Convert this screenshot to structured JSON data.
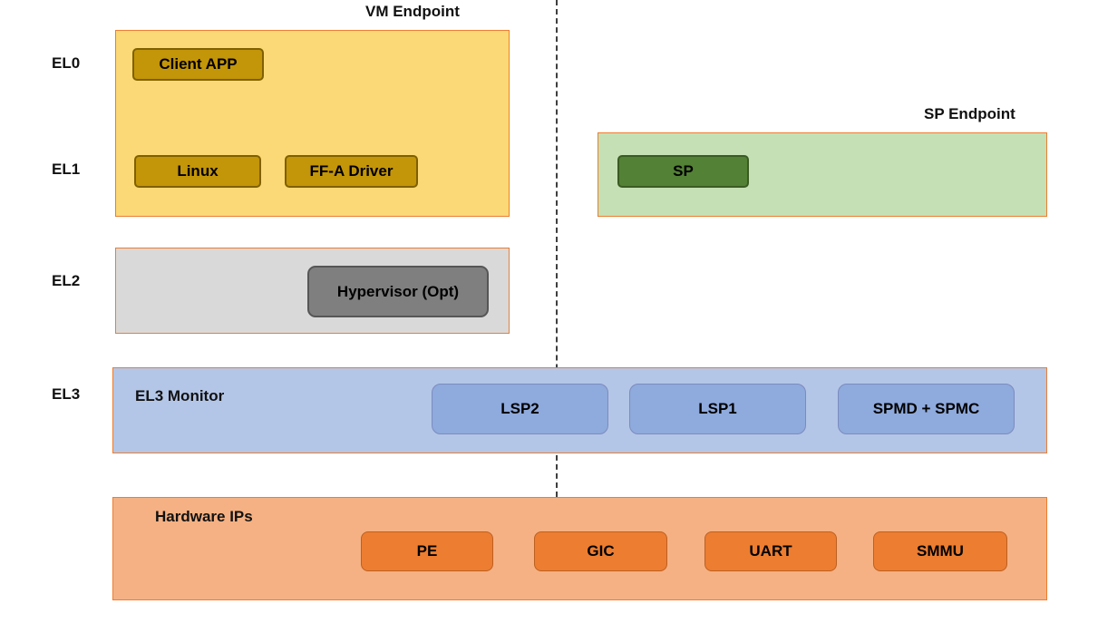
{
  "titles": {
    "vm_endpoint": "VM Endpoint",
    "sp_endpoint": "SP Endpoint"
  },
  "el_labels": [
    "EL0",
    "EL1",
    "EL2",
    "EL3"
  ],
  "vm_box": {
    "nodes": {
      "client_app": "Client APP",
      "linux": "Linux",
      "ffa_driver": "FF-A Driver"
    }
  },
  "sp_box": {
    "nodes": {
      "sp": "SP"
    }
  },
  "el2_box": {
    "nodes": {
      "hypervisor": "Hypervisor (Opt)"
    }
  },
  "el3_box": {
    "label": "EL3 Monitor",
    "nodes": {
      "lsp2": "LSP2",
      "lsp1": "LSP1",
      "spmd_spmc": "SPMD + SPMC"
    }
  },
  "hardware_box": {
    "label": "Hardware IPs",
    "nodes": {
      "pe": "PE",
      "gic": "GIC",
      "uart": "UART",
      "smmu": "SMMU"
    }
  },
  "colors": {
    "vm_fill": "#FBD976",
    "vm_chip": "#C39508",
    "sp_fill": "#C5E0B4",
    "sp_chip": "#538135",
    "el2_fill": "#D9D9D9",
    "hypervisor_chip": "#7F7F7F",
    "el3_fill": "#B4C6E7",
    "el3_chip": "#8FAADC",
    "hardware_fill": "#F5B183",
    "hardware_chip": "#ED7D31",
    "container_border": "#ED7D31",
    "dashed_line": "#3F3F3F"
  }
}
